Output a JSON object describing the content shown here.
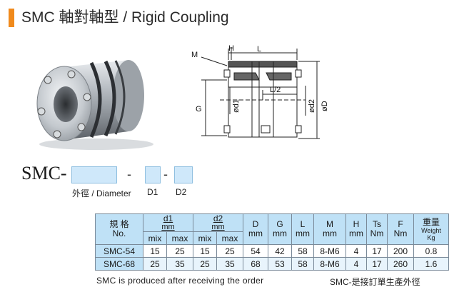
{
  "header": {
    "title": "SMC 軸對軸型 / Rigid Coupling"
  },
  "drawing": {
    "labels": {
      "M": "M",
      "H": "H",
      "L": "L",
      "L2": "L/2",
      "G": "G",
      "d1": "ød1",
      "d2": "ød2",
      "D": "øD"
    }
  },
  "order_code": {
    "prefix": "SMC-",
    "dash": "-",
    "labels": {
      "diameter": "外徑 / Diameter",
      "d1": "D1",
      "d2": "D2"
    }
  },
  "table": {
    "headers": {
      "model": [
        "規 格",
        "No."
      ],
      "d1": "d1",
      "d1_unit": "mm",
      "d2": "d2",
      "d2_unit": "mm",
      "min": "mix",
      "max": "max",
      "D": "D",
      "D_unit": "mm",
      "G": "G",
      "G_unit": "mm",
      "L": "L",
      "L_unit": "mm",
      "M": "M",
      "M_unit": "mm",
      "H": "H",
      "H_unit": "mm",
      "Ts": "Ts",
      "Ts_unit": "Nm",
      "F": "F",
      "F_unit": "Nm",
      "weight": [
        "重量",
        "Weight",
        "Kg"
      ]
    },
    "rows": [
      {
        "model": "SMC-54",
        "d1_min": "15",
        "d1_max": "25",
        "d2_min": "15",
        "d2_max": "25",
        "D": "54",
        "G": "42",
        "L": "58",
        "M": "8-M6",
        "H": "4",
        "Ts": "17",
        "F": "200",
        "weight": "0.8"
      },
      {
        "model": "SMC-68",
        "d1_min": "25",
        "d1_max": "35",
        "d2_min": "25",
        "d2_max": "35",
        "D": "68",
        "G": "53",
        "L": "58",
        "M": "8-M6",
        "H": "4",
        "Ts": "17",
        "F": "260",
        "weight": "1.6"
      }
    ]
  },
  "notes": {
    "left": "SMC is produced after receiving the order",
    "right": "SMC-是接訂單生產外徑"
  }
}
